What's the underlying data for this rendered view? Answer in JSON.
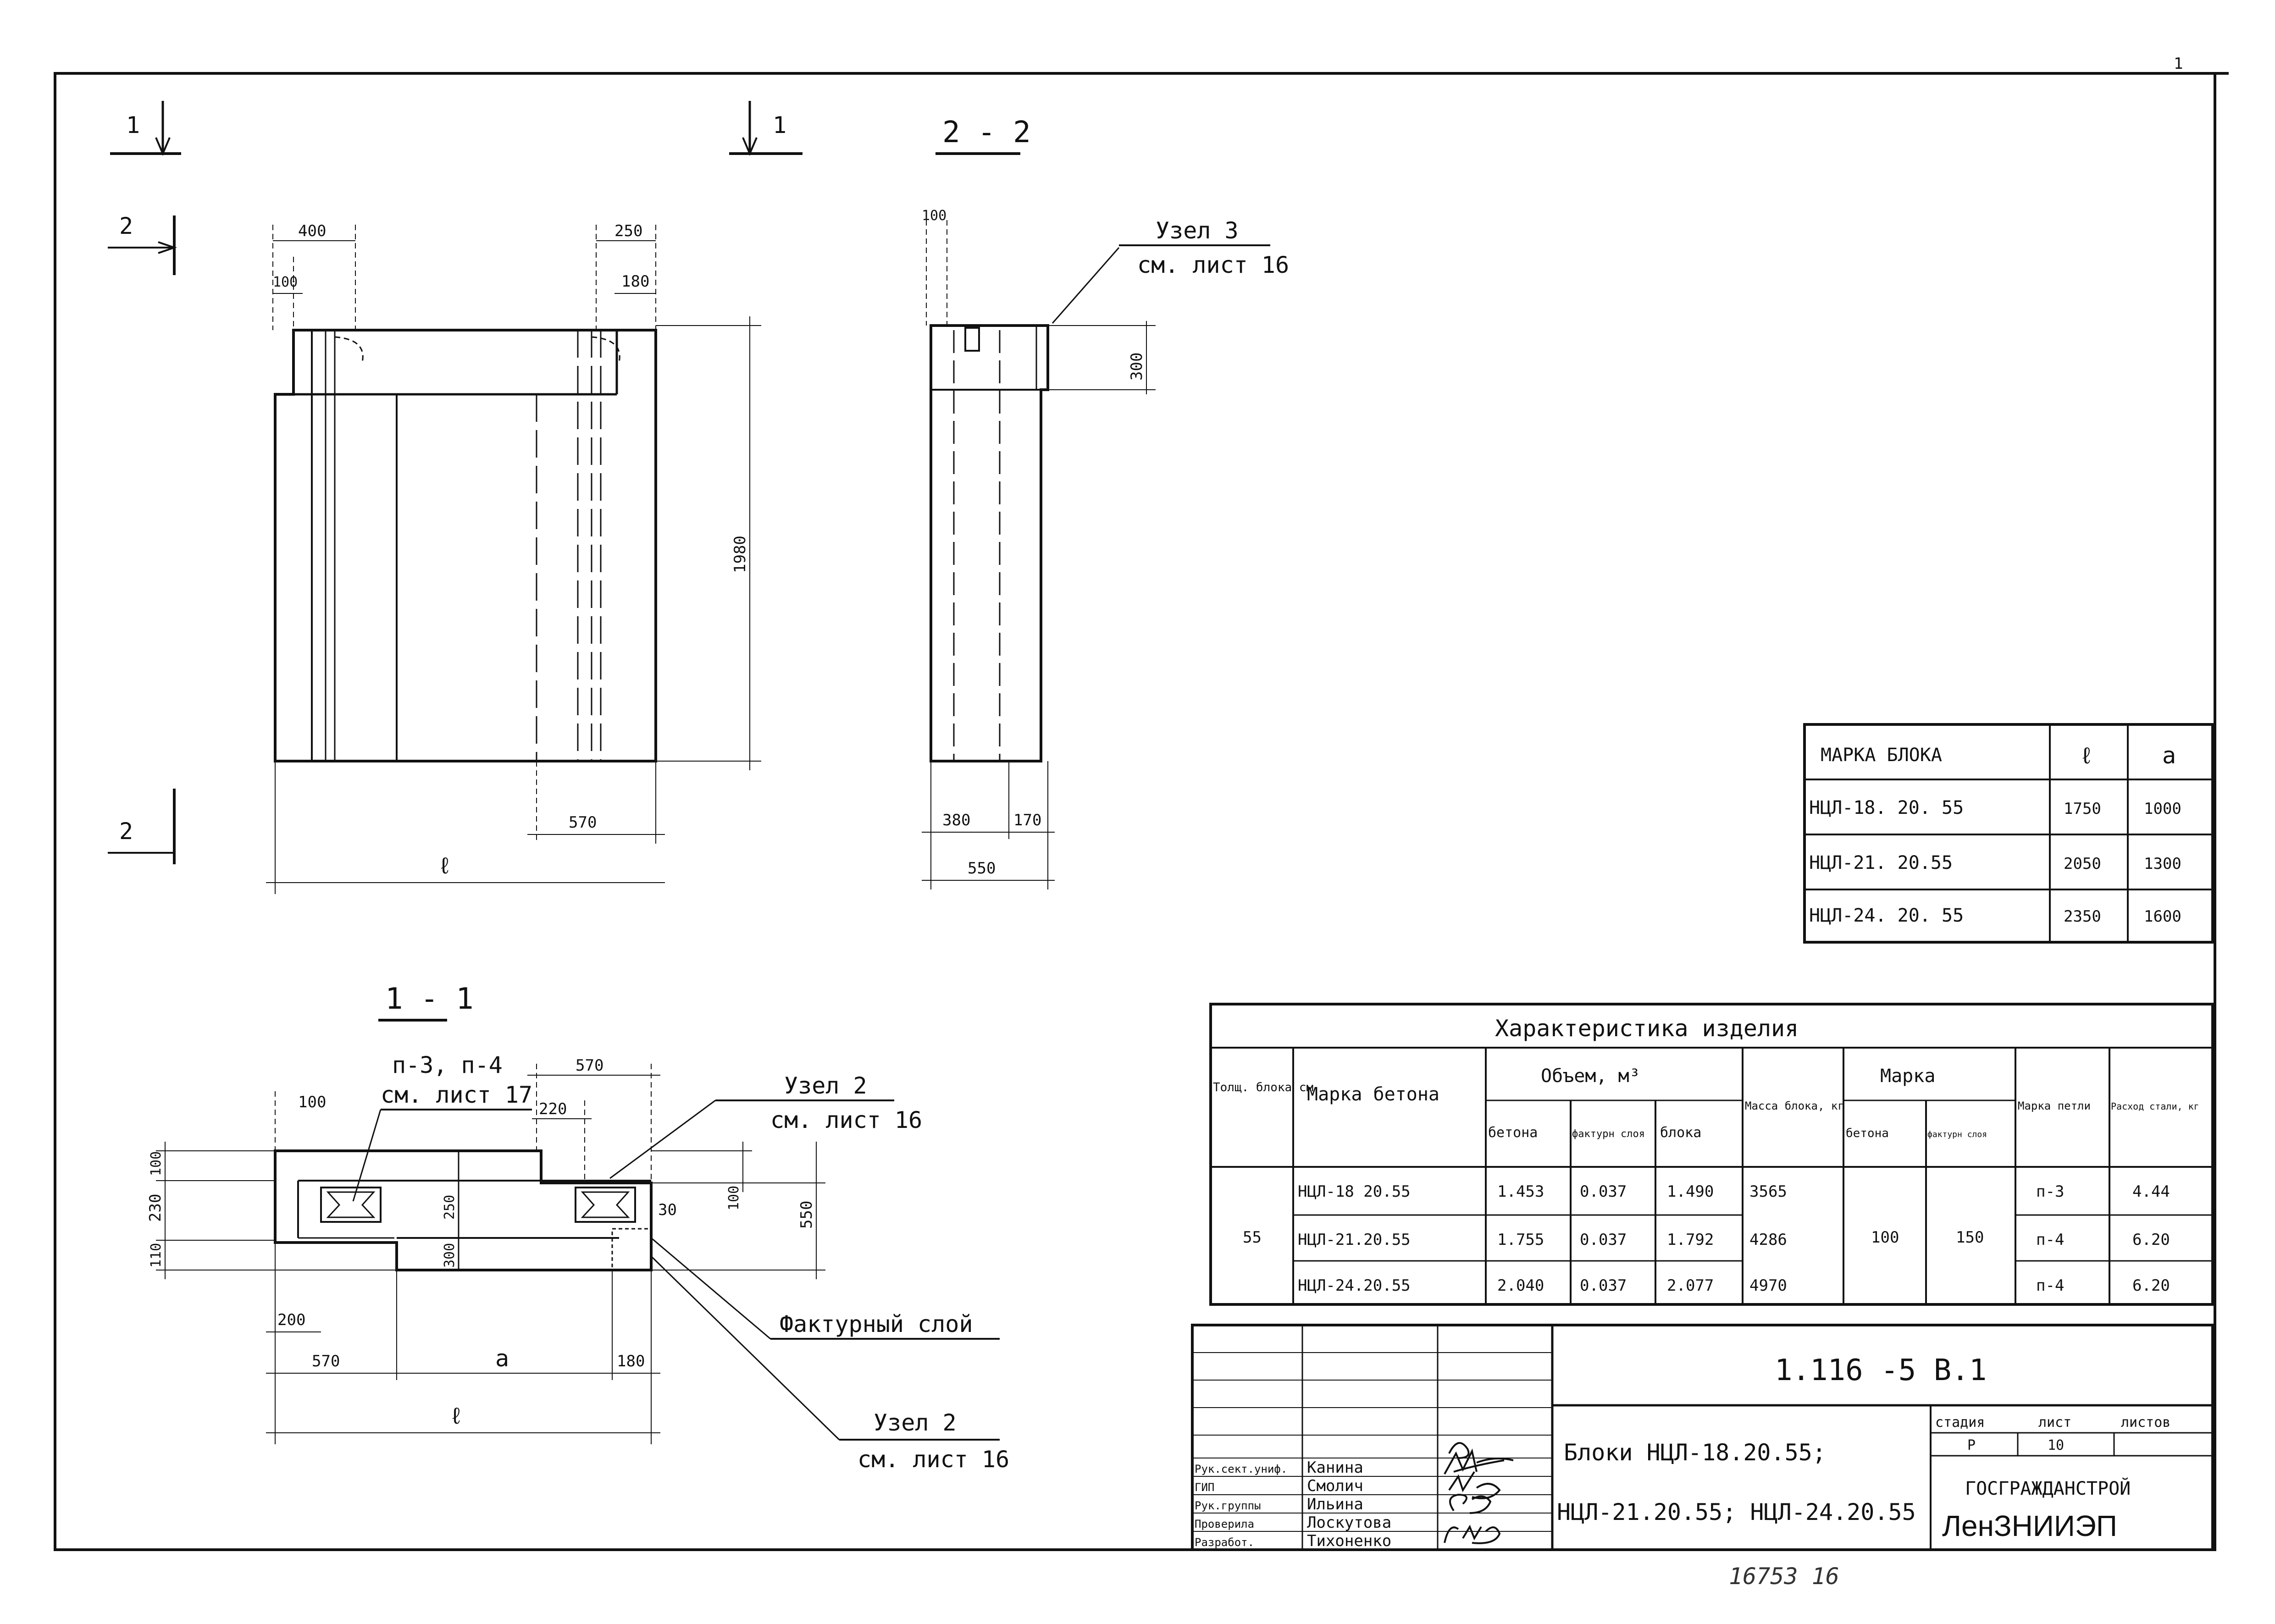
{
  "section_marks": {
    "cut1": "1",
    "cut2": "2",
    "title_2_2": "2 - 2",
    "title_1_1": "1 - 1"
  },
  "front_view": {
    "dims": {
      "d400": "400",
      "d100": "100",
      "d250": "250",
      "d180": "180",
      "d1980": "1980",
      "d570": "570",
      "l": "ℓ"
    }
  },
  "section_2_2": {
    "dims": {
      "d100": "100",
      "d300": "300",
      "d380": "380",
      "d170": "170",
      "d550": "550"
    },
    "node_label": "Узел 3",
    "node_ref": "см. лист 16"
  },
  "section_1_1": {
    "loops_label": "п-3, п-4",
    "loops_ref": "см. лист 17",
    "node2_top_label": "Узел 2",
    "node2_top_ref": "см. лист 16",
    "facing_label": "Фактурный слой",
    "node2_bottom_label": "Узел 2",
    "node2_bottom_ref": "см. лист 16",
    "dims": {
      "d100": "100",
      "d570top": "570",
      "d220": "220",
      "d100v": "100",
      "d230": "230",
      "d110": "110",
      "d250": "250",
      "d300": "300",
      "d30": "30",
      "d100r": "100",
      "d550": "550",
      "d200": "200",
      "d570": "570",
      "a": "a",
      "d180": "180",
      "l": "ℓ"
    }
  },
  "mark_table": {
    "headers": [
      "МАРКА БЛОКА",
      "ℓ",
      "a"
    ],
    "rows": [
      {
        "mark": "НЦЛ-18. 20. 55",
        "l": "1750",
        "a": "1000"
      },
      {
        "mark": "НЦЛ-21. 20.55",
        "l": "2050",
        "a": "1300"
      },
      {
        "mark": "НЦЛ-24. 20. 55",
        "l": "2350",
        "a": "1600"
      }
    ]
  },
  "char_table": {
    "title": "Характеристика изделия",
    "h_thick": "Толщ. блока см",
    "h_mark": "Марка бетона",
    "h_volume": "Объем, м³",
    "h_vol_concrete": "бетона",
    "h_vol_facing": "фактурн слоя",
    "h_vol_block": "блока",
    "h_mass": "Масса блока, кг",
    "h_mark2": "Марка",
    "h_mark2_concrete": "бетона",
    "h_mark2_facing": "фактурн слоя",
    "h_loop": "Марка петли",
    "h_steel": "Расход стали, кг",
    "thickness": "55",
    "concrete_grade": "100",
    "facing_grade": "150",
    "rows": [
      {
        "mark": "НЦЛ-18 20.55",
        "v_concrete": "1.453",
        "v_facing": "0.037",
        "v_block": "1.490",
        "mass": "3565",
        "loop": "п-3",
        "steel": "4.44"
      },
      {
        "mark": "НЦЛ-21.20.55",
        "v_concrete": "1.755",
        "v_facing": "0.037",
        "v_block": "1.792",
        "mass": "4286",
        "loop": "п-4",
        "steel": "6.20"
      },
      {
        "mark": "НЦЛ-24.20.55",
        "v_concrete": "2.040",
        "v_facing": "0.037",
        "v_block": "2.077",
        "mass": "4970",
        "loop": "п-4",
        "steel": "6.20"
      }
    ]
  },
  "title_block": {
    "code": "1.116 -5 В.1",
    "signers": [
      {
        "role": "Рук.сект.униф.",
        "name": "Канина"
      },
      {
        "role": "ГИП",
        "name": "Смолич"
      },
      {
        "role": "Рук.группы",
        "name": "Ильина"
      },
      {
        "role": "Проверила",
        "name": "Лоскутова"
      },
      {
        "role": "Разработ.",
        "name": "Тихоненко"
      }
    ],
    "title_line1": "Блоки НЦЛ-18.20.55;",
    "title_line2": "НЦЛ-21.20.55; НЦЛ-24.20.55",
    "stage_label": "стадия",
    "sheet_label": "лист",
    "sheets_label": "листов",
    "stage": "Р",
    "sheet": "10",
    "sheets": "",
    "org_line1": "ГОСГРАЖДАНСТРОЙ",
    "org_line2": "ЛенЗНИИЭП"
  },
  "footer_note": "16753 16",
  "corner_mark": "1"
}
